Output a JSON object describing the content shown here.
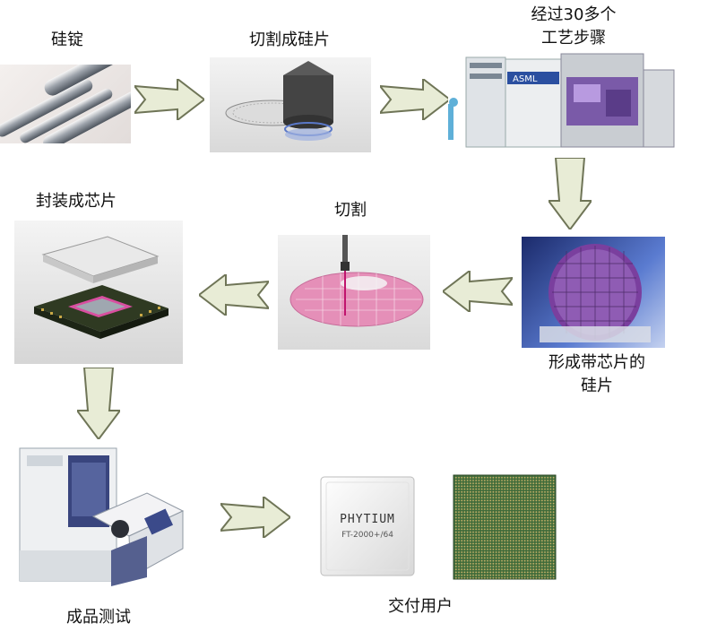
{
  "steps": [
    {
      "label": "硅锭"
    },
    {
      "label": "切割成硅片"
    },
    {
      "label_line1": "经过30多个",
      "label_line2": "工艺步骤"
    },
    {
      "label_line1": "形成带芯片的",
      "label_line2": "硅片"
    },
    {
      "label": "切割"
    },
    {
      "label": "封装成芯片"
    },
    {
      "label": "成品测试"
    },
    {
      "label": "交付用户"
    }
  ],
  "equipment_brand": "ASML",
  "chip": {
    "brand": "PHYTIUM",
    "model": "FT-2000+/64"
  },
  "colors": {
    "arrow_fill": "#e8ecd6",
    "arrow_stroke": "#6f7557",
    "wafer_pink": "#e58fb8",
    "wafer_purple": "#7a3f9e"
  }
}
